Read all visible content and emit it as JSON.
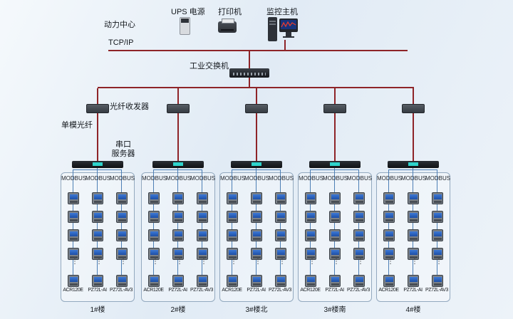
{
  "labels": {
    "power_center": "动力中心",
    "ups": "UPS 电源",
    "printer": "打印机",
    "monitor_host": "监控主机",
    "tcpip": "TCP/IP",
    "industrial_switch": "工业交换机",
    "fiber_transceiver": "光纤收发器",
    "single_mode_fiber": "单模光纤",
    "serial_server_line1": "串口",
    "serial_server_line2": "服务器",
    "bus": "MODBUS"
  },
  "meter_models": [
    "ACR120E",
    "PZ72L-AI",
    "PZ72L-AV3"
  ],
  "groups": [
    {
      "name": "1#楼"
    },
    {
      "name": "2#楼"
    },
    {
      "name": "3#楼北"
    },
    {
      "name": "3#楼南"
    },
    {
      "name": "4#楼"
    }
  ],
  "colors": {
    "line_red": "#8e2428",
    "line_blue": "#4d7fb5",
    "background": "#e6eef6"
  }
}
